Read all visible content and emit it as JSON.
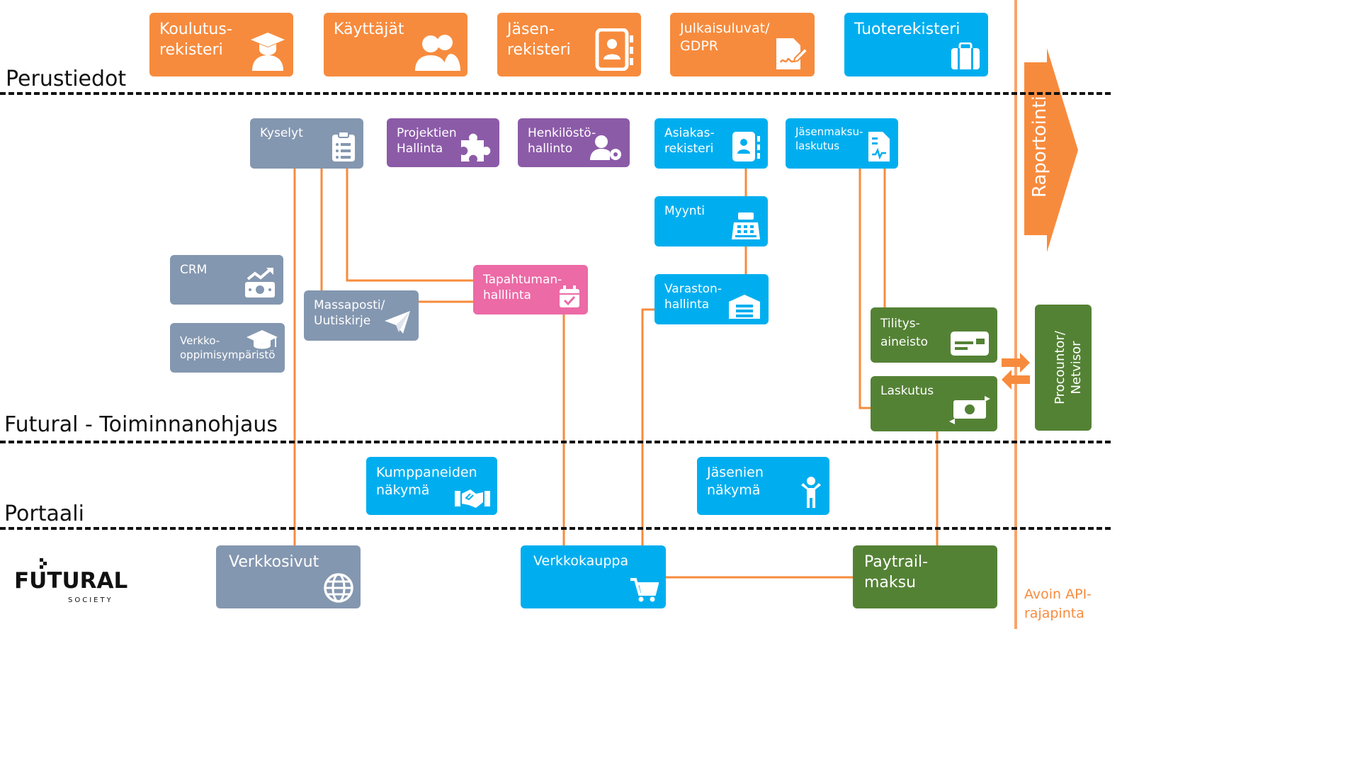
{
  "layers": {
    "perustiedot": "Perustiedot",
    "futural": "Futural - Toiminnanohjaus",
    "portaali": "Portaali"
  },
  "top": {
    "koulutus": "Koulutus-\nrekisteri",
    "kayttajat": "Käyttäjät",
    "jasen": "Jäsen-\nrekisteri",
    "julkaisu": "Julkaisuluvat/\nGDPR",
    "tuote": "Tuoterekisteri"
  },
  "mid": {
    "kyselyt": "Kyselyt",
    "projektien": "Projektien\nHallinta",
    "henkilosto": "Henkilöstö-\nhallinto",
    "asiakas": "Asiakas-\nrekisteri",
    "jasenmaksu": "Jäsenmaksu-\nlaskutus",
    "myynti": "Myynti",
    "crm": "CRM",
    "tapahtuman": "Tapahtuman-\nhalllinta",
    "massaposti": "Massaposti/\nUutiskirje",
    "varasto": "Varaston-\nhallinta",
    "verkko": "Verkko-\noppimisympäristö",
    "tilitys": "Tilitys-\naineisto",
    "laskutus": "Laskutus"
  },
  "portal": {
    "kumppaneiden": "Kumppaneiden\nnäkymä",
    "jasenien": "Jäsenien\nnäkymä"
  },
  "bottom": {
    "verkkosivut": "Verkkosivut",
    "verkkokauppa": "Verkkokauppa",
    "paytrail": "Paytrail-\nmaksu"
  },
  "side": {
    "raportointi": "Raportointi",
    "procountor": "Procountor/\nNetvisor",
    "api": "Avoin API-\nrajapinta"
  },
  "logo": {
    "name": "FUTURAL",
    "sub": "SOCIETY"
  },
  "colors": {
    "orange": "#f78b3d",
    "cyan": "#00aeef",
    "purple": "#8c5ba8",
    "slate": "#8497b0",
    "pink": "#ec6aa6",
    "green": "#548235"
  }
}
